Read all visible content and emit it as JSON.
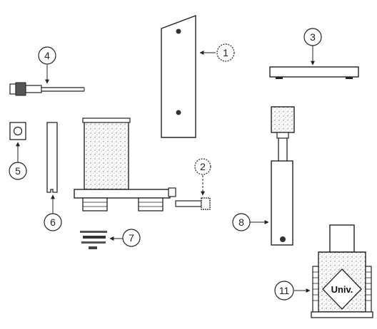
{
  "callouts": {
    "c1": "1",
    "c2": "2",
    "c3": "3",
    "c4": "4",
    "c5": "5",
    "c6": "6",
    "c7": "7",
    "c8": "8",
    "c11": "11"
  },
  "brand_label": "Univ.",
  "colors": {
    "ink": "#222222",
    "speckle": "#9a9a9a",
    "paper": "#ffffff"
  }
}
